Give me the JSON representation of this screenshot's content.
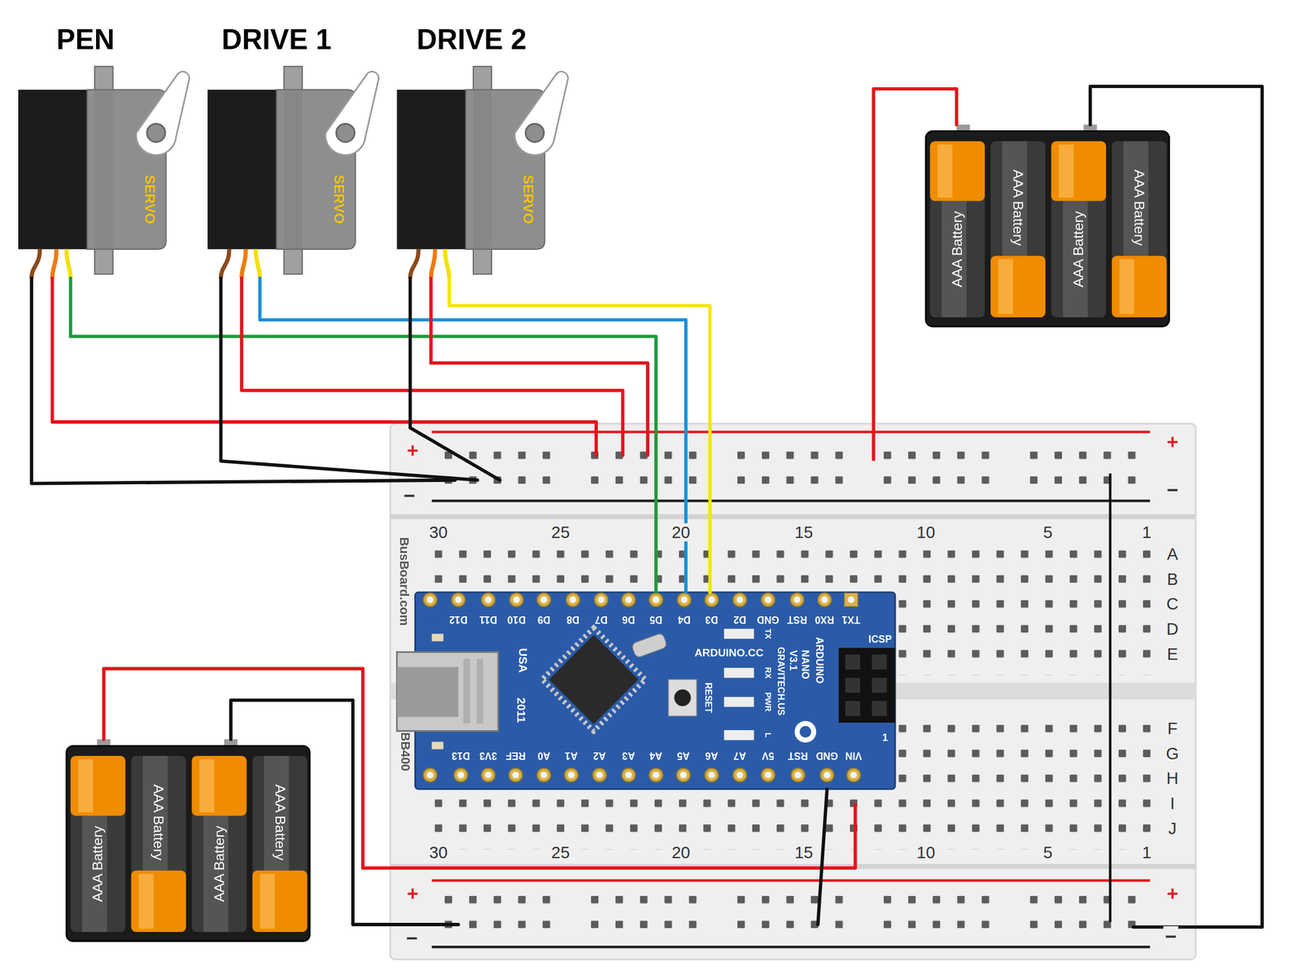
{
  "diagram": {
    "nodes": [
      {
        "text": [
          "PEN",
          "SERVO"
        ]
      },
      {
        "text": [
          "DRIVE 1",
          "SERVO"
        ]
      },
      {
        "text": [
          "DRIVE 2",
          "SERVO"
        ]
      },
      {
        "text": [
          "AAA Battery",
          "AAA Battery",
          "AAA Battery",
          "AAA Battery"
        ]
      },
      {
        "text": [
          "+",
          "+",
          "−",
          "−",
          "30",
          "25",
          "20",
          "15",
          "10",
          "5",
          "1",
          "A",
          "B",
          "C",
          "D",
          "E",
          "BusBoard.com",
          "BB400",
          "F",
          "G",
          "H",
          "I",
          "J",
          "30",
          "25",
          "20",
          "15",
          "10",
          "5",
          "1",
          "+",
          "+",
          "−",
          "−"
        ]
      },
      {
        "text": [
          "D12",
          "D11",
          "D10",
          "D9",
          "D8",
          "D7",
          "D6",
          "D5",
          "D4",
          "D3",
          "D2",
          "GND",
          "RST",
          "RX0",
          "TX1",
          "D13",
          "3V3",
          "REF",
          "A0",
          "A1",
          "A2",
          "A3",
          "A4",
          "A5",
          "A6",
          "A7",
          "5V",
          "RST",
          "GND",
          "VIN",
          "ARDUINO.CC",
          "ICSP",
          "RESET",
          "TX",
          "RX",
          "PWR",
          "L",
          "ARDUINO",
          "NANO",
          "V3.1",
          "GRAVITECH.US",
          "USA",
          "2011",
          "1"
        ],
        "in": 4
      },
      {
        "text": [
          "AAA Battery",
          "AAA Battery",
          "AAA Battery",
          "AAA Battery"
        ]
      }
    ],
    "edges": [
      {
        "from": 0,
        "to": 4,
        "arrow": "none"
      },
      {
        "from": 0,
        "to": 4,
        "arrow": "none"
      },
      {
        "from": 0,
        "to": 5,
        "arrow": "none"
      },
      {
        "from": 1,
        "to": 4,
        "arrow": "none"
      },
      {
        "from": 1,
        "to": 4,
        "arrow": "none"
      },
      {
        "from": 1,
        "to": 5,
        "arrow": "none"
      },
      {
        "from": 2,
        "to": 4,
        "arrow": "none"
      },
      {
        "from": 2,
        "to": 4,
        "arrow": "none"
      },
      {
        "from": 2,
        "to": 5,
        "arrow": "none"
      },
      {
        "from": 3,
        "to": 4,
        "arrow": "none"
      },
      {
        "from": 3,
        "to": 4,
        "arrow": "none"
      },
      {
        "from": 6,
        "to": 4,
        "arrow": "none"
      },
      {
        "from": 6,
        "to": 4,
        "arrow": "none"
      },
      {
        "from": 5,
        "to": 4,
        "arrow": "none"
      }
    ]
  }
}
